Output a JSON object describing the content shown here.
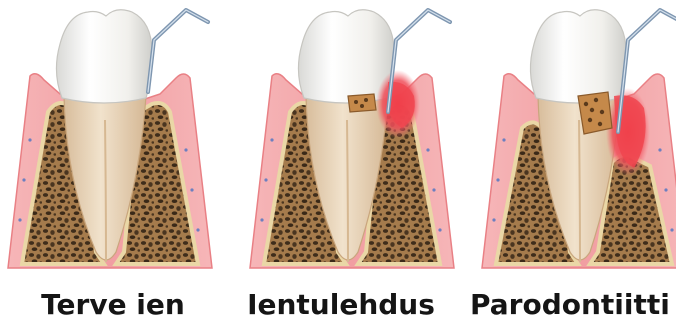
{
  "stages": [
    {
      "label": "Terve ien",
      "tartar": false,
      "inflamed": false,
      "bone_loss": false
    },
    {
      "label": "Ientulehdus",
      "tartar": true,
      "inflamed": true,
      "bone_loss": false
    },
    {
      "label": "Parodontiitti",
      "tartar": true,
      "inflamed": true,
      "bone_loss": true
    }
  ],
  "colors": {
    "gum": "#f2a3a6",
    "gum_edge": "#e98085",
    "inflamed": "#f0454f",
    "bone": "#9c7447",
    "bone_pore": "#3f2d1b",
    "bone_rim": "#ead7a6",
    "root": "#e9d3b8",
    "enamel": "#f7f6f2",
    "tartar": "#c5894a",
    "probe": "#7e96b0"
  }
}
